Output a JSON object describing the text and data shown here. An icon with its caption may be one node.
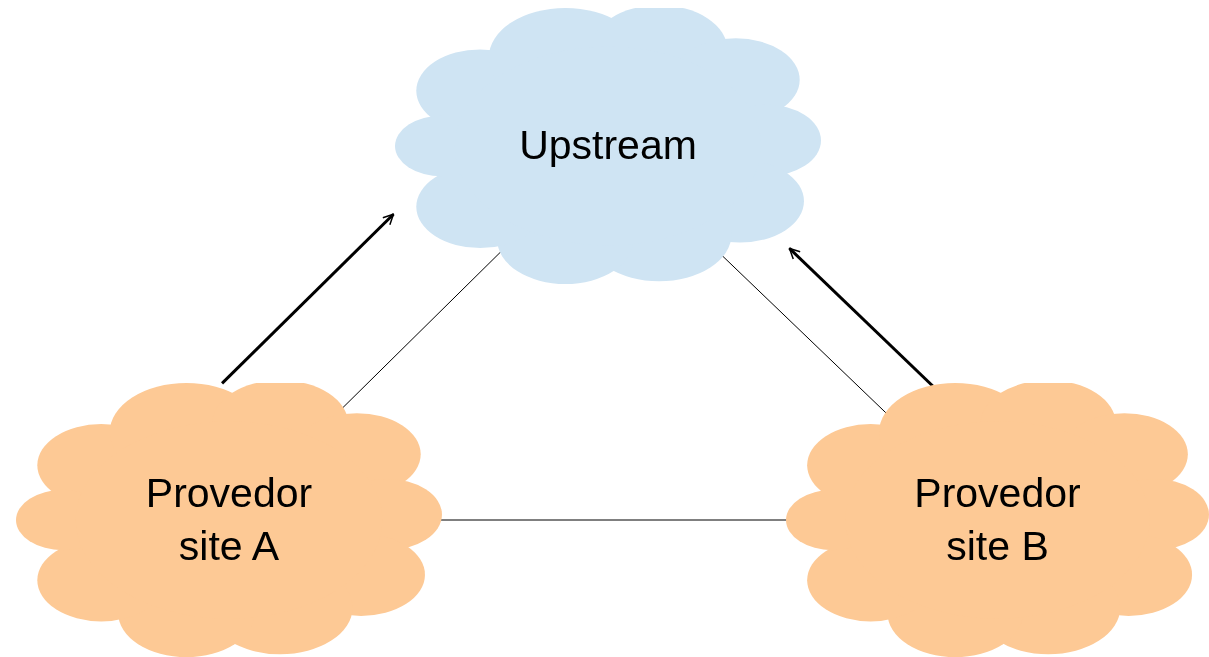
{
  "diagram": {
    "nodes": [
      {
        "text": [
          "Upstream"
        ]
      },
      {
        "text": [
          "Provedor site A"
        ]
      },
      {
        "text": [
          "Provedor site B"
        ]
      }
    ],
    "edges": [
      {
        "from": 1,
        "to": 0,
        "arrow": "none"
      },
      {
        "from": 0,
        "to": 2,
        "arrow": "none"
      },
      {
        "from": 1,
        "to": 2,
        "arrow": "none"
      },
      {
        "from": 1,
        "to": 0,
        "arrow": "to",
        "style": "thick"
      },
      {
        "from": 2,
        "to": 0,
        "arrow": "to",
        "style": "thick"
      }
    ]
  }
}
